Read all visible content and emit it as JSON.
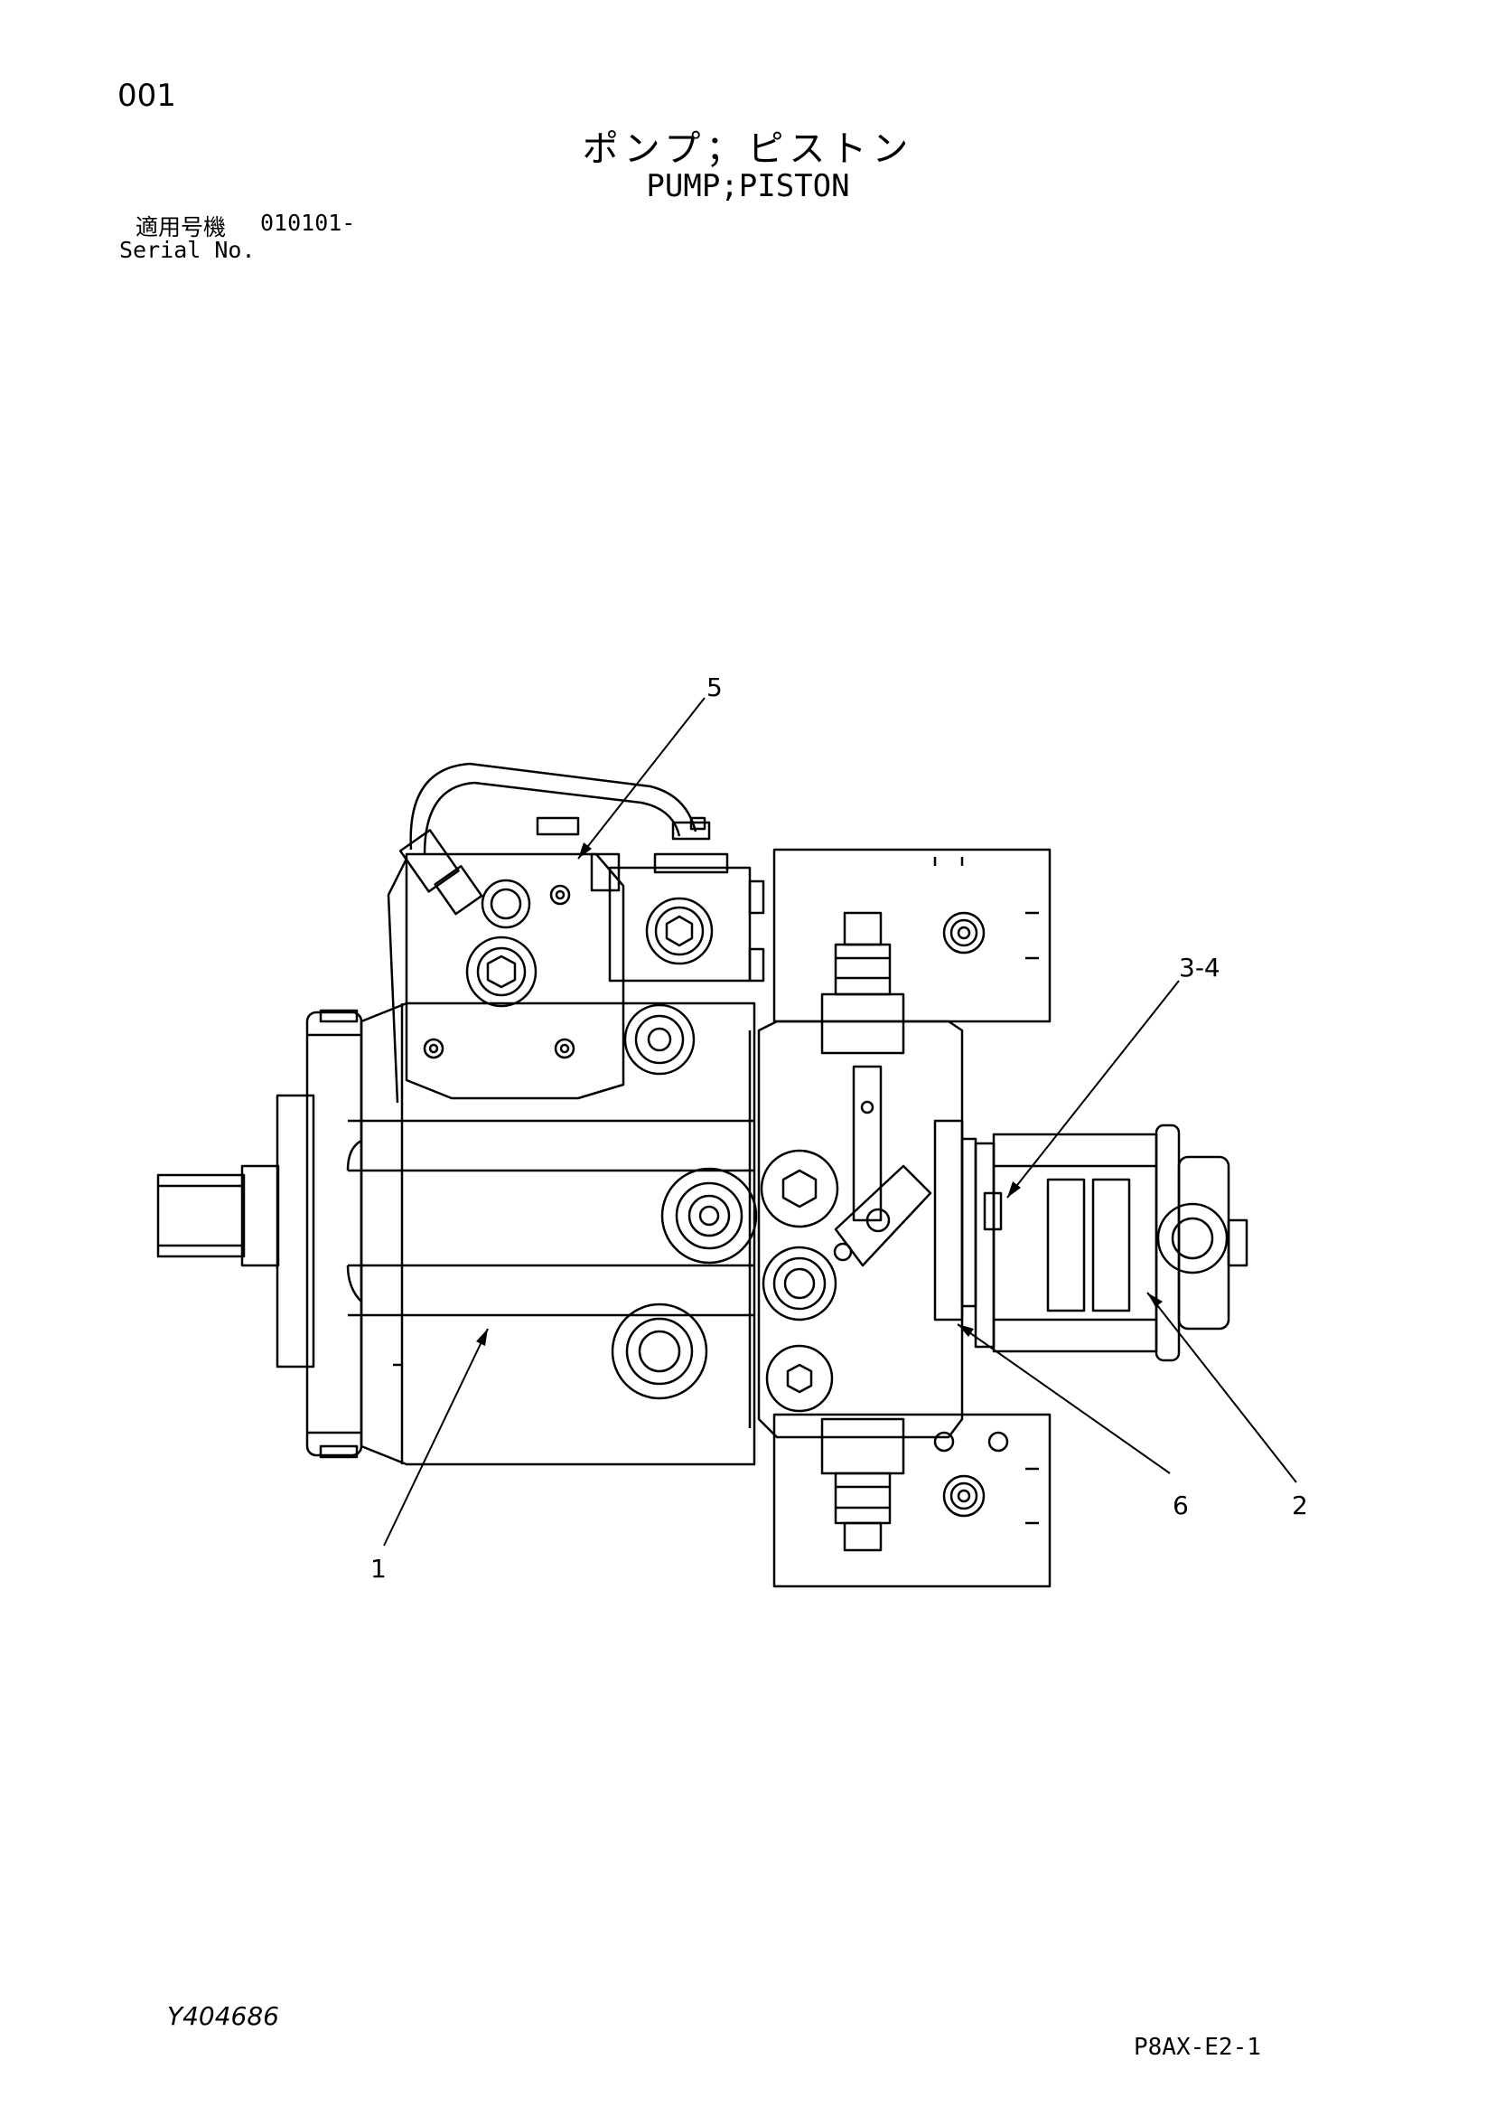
{
  "header": {
    "page_number": "001",
    "title_ja": "ポンプ；ピストン",
    "title_en": "PUMP;PISTON",
    "serial_label_ja": "適用号機",
    "serial_value": "010101-",
    "serial_label_en": "Serial No."
  },
  "callouts": [
    "5",
    "3-4",
    "1",
    "6",
    "2"
  ],
  "footer": {
    "drawing_id": "Y404686",
    "sheet_code": "P8AX-E2-1"
  }
}
